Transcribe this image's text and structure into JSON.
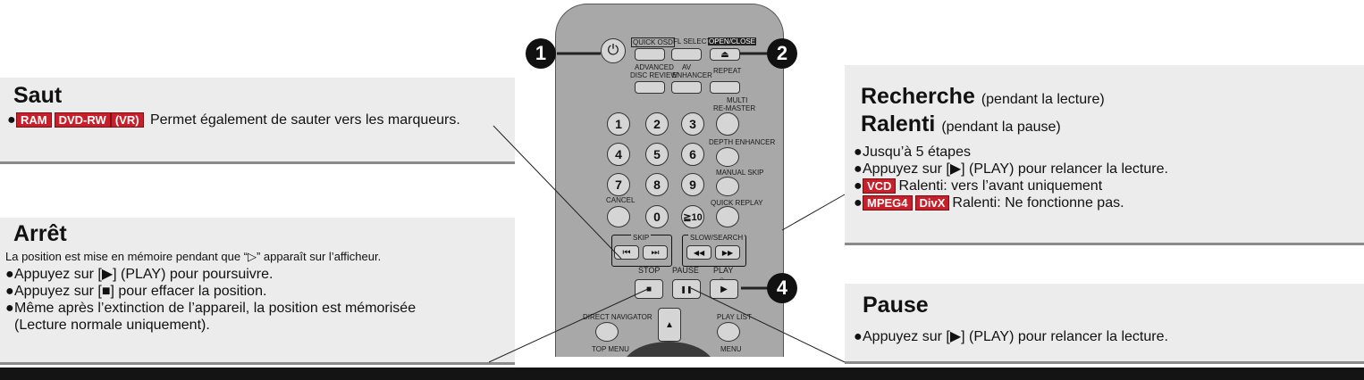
{
  "saut": {
    "title": "Saut",
    "tag1": "RAM",
    "tag2": "DVD-RW",
    "tag3": "(VR)",
    "text": "Permet également de sauter vers les marqueurs."
  },
  "arret": {
    "title": "Arrêt",
    "note": "La position est mise en mémoire pendant que “▷” apparaît sur l’afficheur.",
    "items": [
      "Appuyez sur [▶] (PLAY) pour poursuivre.",
      "Appuyez sur [■] pour effacer la position.",
      "Même après l’extinction de l’appareil, la position est mémorisée (Lecture normale uniquement)."
    ]
  },
  "recherche": {
    "title1": "Recherche",
    "sub1": "(pendant la lecture)",
    "title2": "Ralenti",
    "sub2": "(pendant la pause)",
    "items": [
      "Jusqu’à 5 étapes",
      "Appuyez sur [▶] (PLAY) pour relancer la lecture."
    ],
    "vcd_tag": "VCD",
    "vcd_text": "Ralenti: vers l’avant uniquement",
    "mpeg_tag": "MPEG4",
    "divx_tag": "DivX",
    "mpeg_text": "Ralenti: Ne fonctionne pas."
  },
  "pause": {
    "title": "Pause",
    "item": "Appuyez sur [▶] (PLAY) pour relancer la lecture."
  },
  "bullet": "●",
  "callouts": [
    "1",
    "2",
    "4"
  ],
  "remote": {
    "quick_osd": "QUICK OSD",
    "fl_select": "FL SELECT",
    "open_close": "OPEN/CLOSE",
    "advanced": "ADVANCED",
    "disc_review": "DISC REVIEW",
    "av": "AV",
    "enhancer": "ENHANCER",
    "repeat": "REPEAT",
    "multi": "MULTI",
    "remaster": "RE-MASTER",
    "depth": "DEPTH ENHANCER",
    "manual_skip": "MANUAL SKIP",
    "cancel": "CANCEL",
    "quick_replay": "QUICK REPLAY",
    "digits": [
      "1",
      "2",
      "3",
      "4",
      "5",
      "6",
      "7",
      "8",
      "9",
      "0"
    ],
    "ten": "≧10",
    "skip": "SKIP",
    "slow_search": "SLOW/SEARCH",
    "stop": "STOP",
    "pause": "PAUSE",
    "play": "PLAY",
    "direct_navigator": "DIRECT NAVIGATOR",
    "top_menu": "TOP MENU",
    "play_list": "PLAY LIST",
    "menu": "MENU",
    "icon_power": "⏻",
    "icon_eject": "⏏",
    "icon_prev": "⏮",
    "icon_next": "⏭",
    "icon_rew": "◀◀",
    "icon_ff": "▶▶",
    "icon_stop": "■",
    "icon_pause": "❚❚",
    "icon_play": "▶",
    "icon_up": "▲",
    "play_dot": "○"
  }
}
